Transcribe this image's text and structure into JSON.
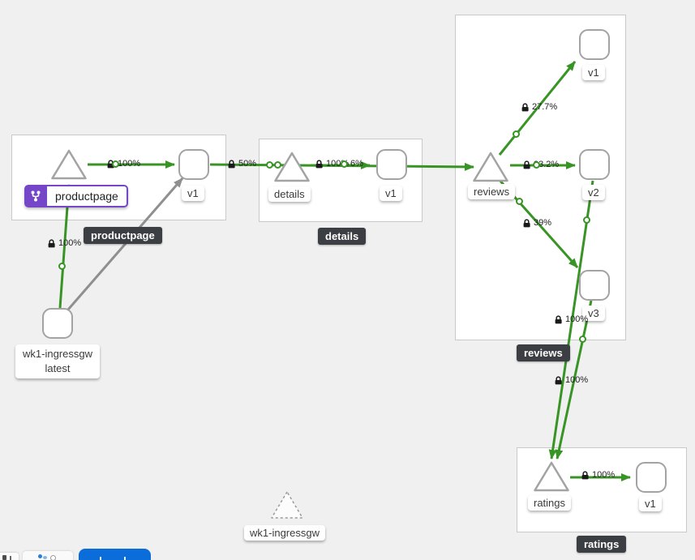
{
  "graph": {
    "group_badges": {
      "productpage": "productpage",
      "details": "details",
      "reviews": "reviews",
      "ratings": "ratings"
    },
    "nodes": {
      "productpage_service": {
        "label": "productpage"
      },
      "productpage_v1": {
        "label": "v1"
      },
      "details_service": {
        "label": "details"
      },
      "details_v1": {
        "label": "v1"
      },
      "reviews_service": {
        "label": "reviews"
      },
      "reviews_v1": {
        "label": "v1"
      },
      "reviews_v2": {
        "label": "v2"
      },
      "reviews_v3": {
        "label": "v3"
      },
      "ratings_service": {
        "label": "ratings"
      },
      "ratings_v1": {
        "label": "v1"
      },
      "ingress_workload": {
        "label_line1": "wk1-ingressgw",
        "label_line2": "latest"
      },
      "ingress_service_idle": {
        "label": "wk1-ingressgw"
      }
    },
    "edges": {
      "ingress_to_productpage": {
        "label": "100%"
      },
      "productpage_to_v1": {
        "label": "100%"
      },
      "productpage_v1_to_details": {
        "label": "50%"
      },
      "details_to_v1": {
        "label": "100%",
        "overlap_fragment": "6%"
      },
      "reviews_to_v1": {
        "label": "27.7%"
      },
      "reviews_to_v2": {
        "label": "33.2%"
      },
      "reviews_to_v3": {
        "label": "39%"
      },
      "reviews_v3_to_ratings": {
        "label": "100%"
      },
      "reviews_v2_to_ratings": {
        "label": "100%"
      },
      "ratings_to_v1": {
        "label": "100%"
      }
    }
  },
  "colors": {
    "edge_green": "#389425",
    "edge_gray": "#8f8f8f",
    "node_border": "#a3a3a3",
    "badge_bg": "#3b3e43",
    "selected_purple": "#7546c8",
    "button_blue": "#0b6dd9",
    "canvas_bg": "#f0f0f0"
  }
}
